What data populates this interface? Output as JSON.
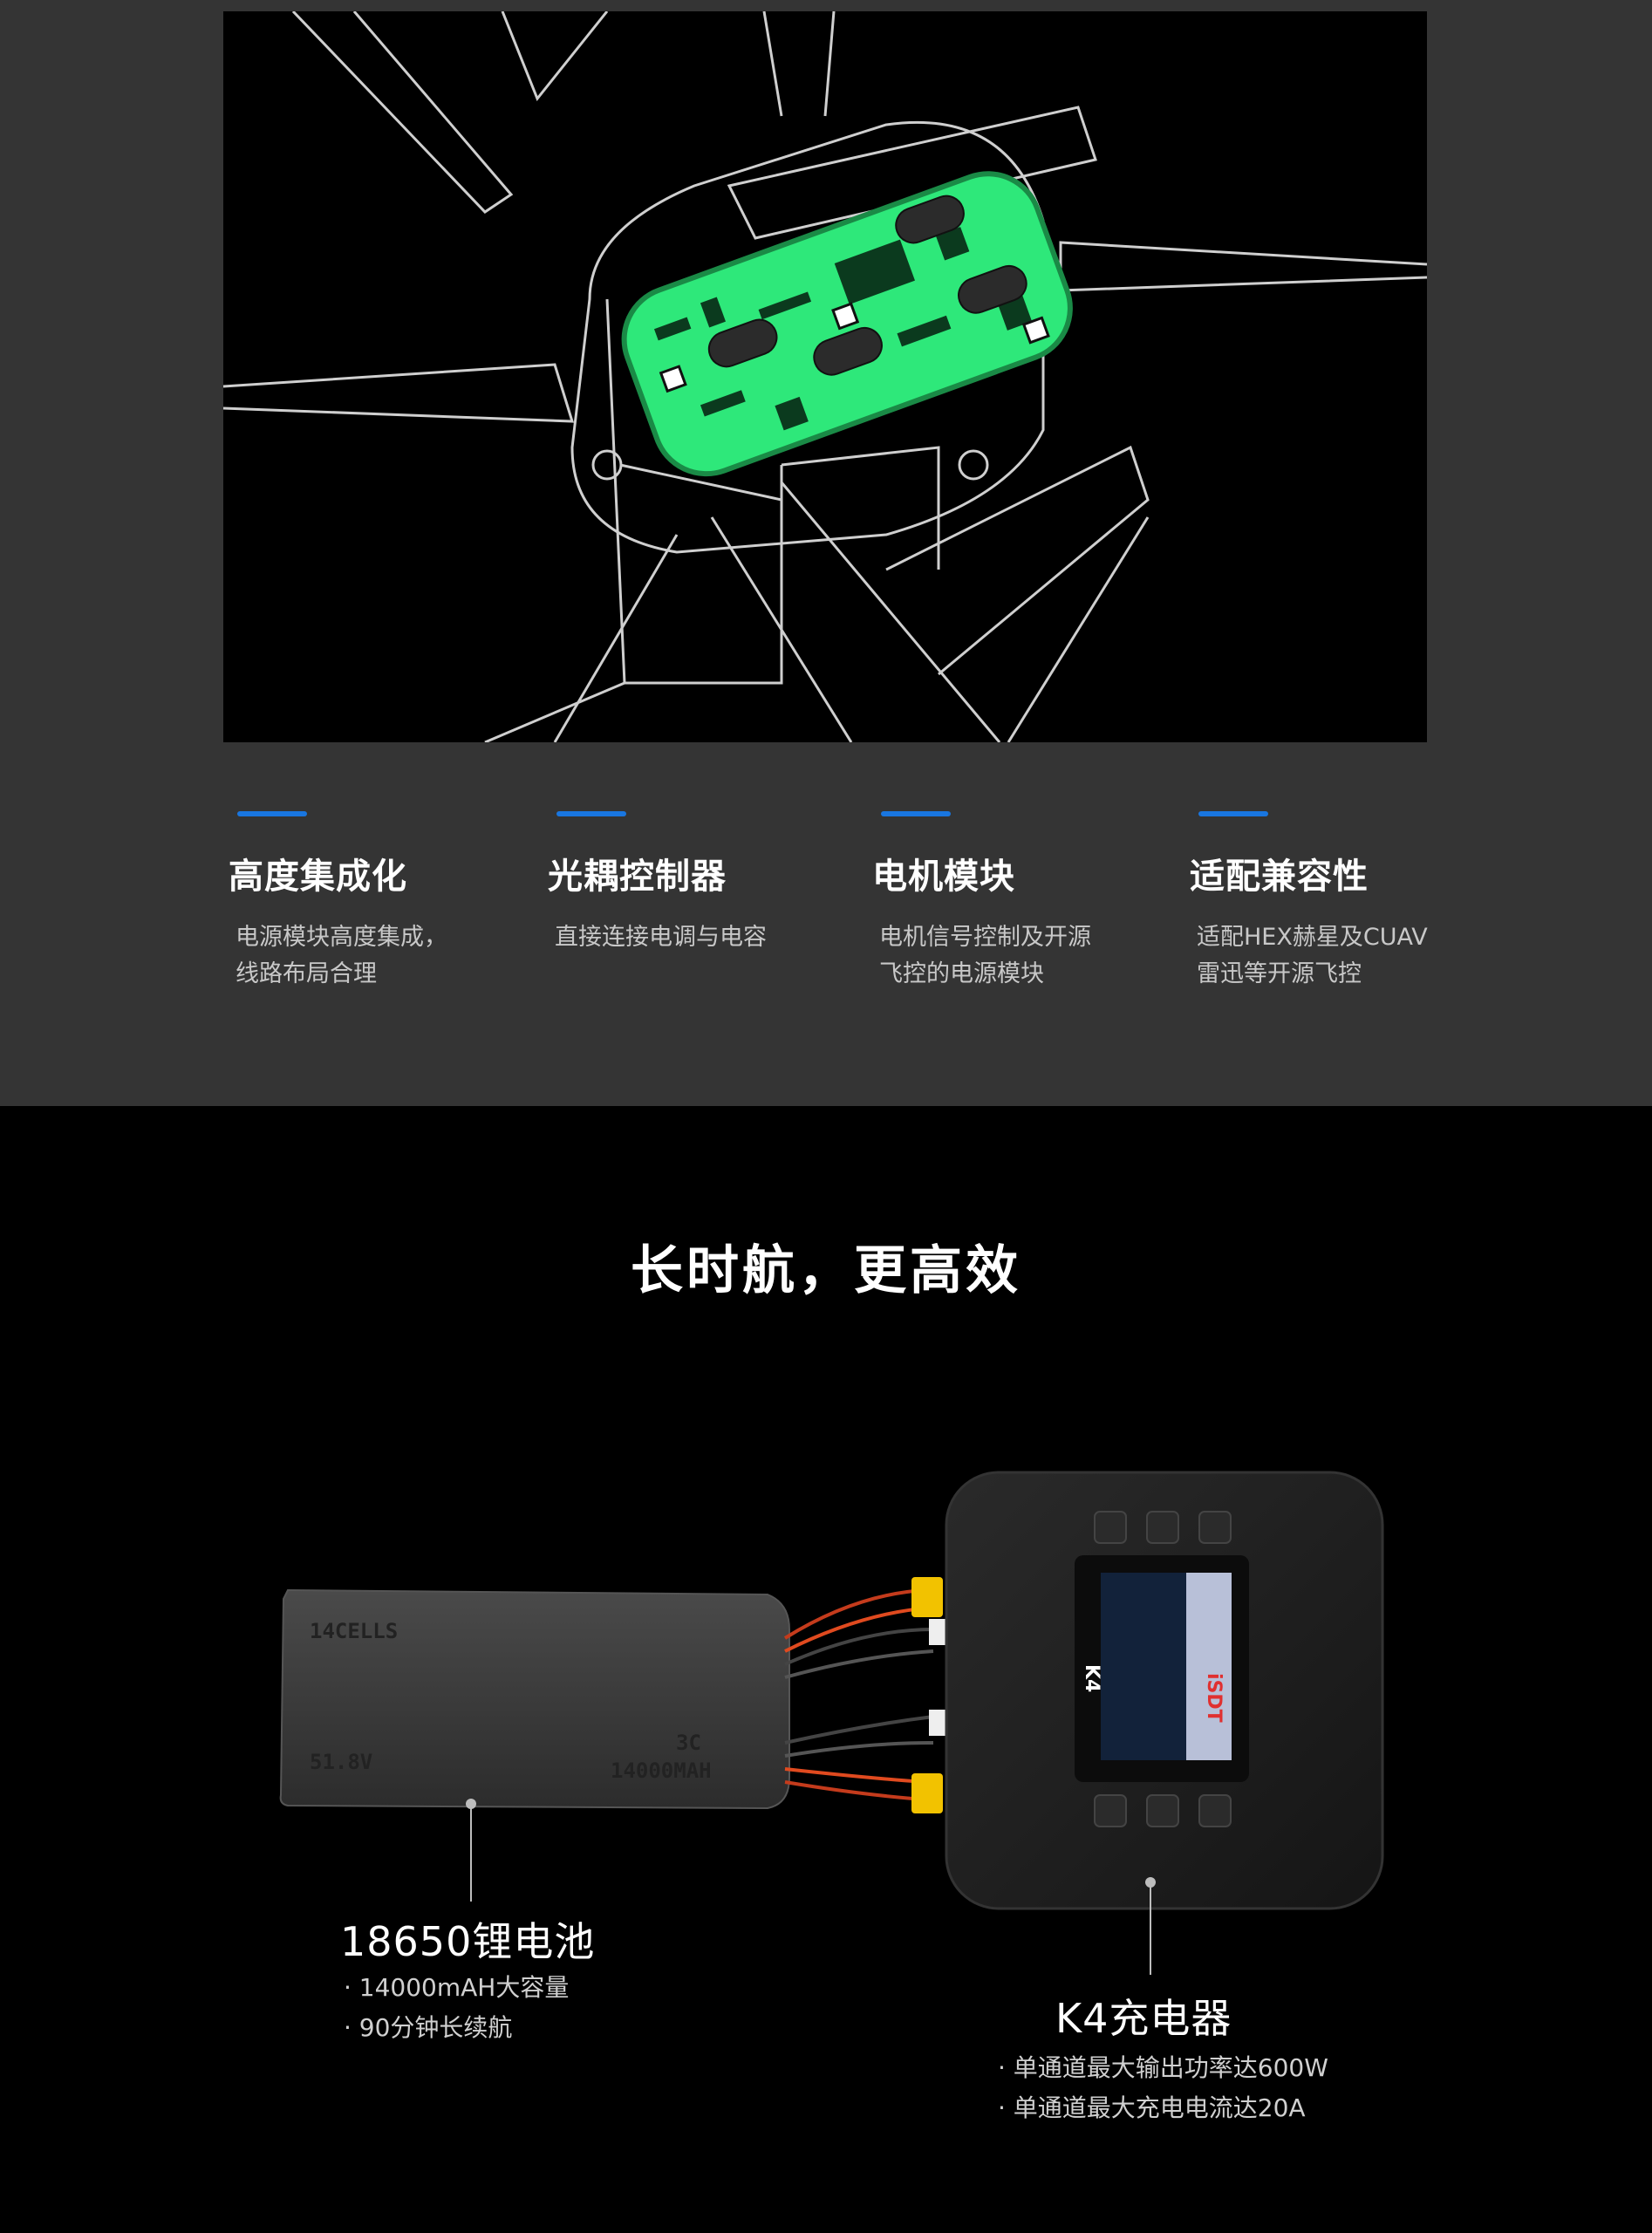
{
  "features": [
    {
      "title": "高度集成化",
      "desc_lines": [
        "电源模块高度集成，",
        "线路布局合理"
      ]
    },
    {
      "title": "光耦控制器",
      "desc_lines": [
        "直接连接电调与电容"
      ]
    },
    {
      "title": "电机模块",
      "desc_lines": [
        "电机信号控制及开源",
        "飞控的电源模块"
      ]
    },
    {
      "title": "适配兼容性",
      "desc_lines": [
        "适配HEX赫星及CUAV",
        "雷迅等开源飞控"
      ]
    }
  ],
  "section2": {
    "title": "长时航，更高效",
    "battery": {
      "name": "18650锂电池",
      "specs": [
        "· 14000mAH大容量",
        "· 90分钟长续航"
      ],
      "printed": [
        "14CELLS",
        "51.8V",
        "3C",
        "14000MAH"
      ]
    },
    "charger": {
      "name": "K4充电器",
      "specs": [
        "· 单通道最大输出功率达600W",
        "· 单通道最大充电电流达20A"
      ],
      "brand": "iSDT",
      "model": "K4"
    }
  },
  "colors": {
    "accent_bar": "#1976e0",
    "pcb_green": "#2ee87a",
    "section1_bg": "#343434",
    "section2_bg": "#000000"
  }
}
